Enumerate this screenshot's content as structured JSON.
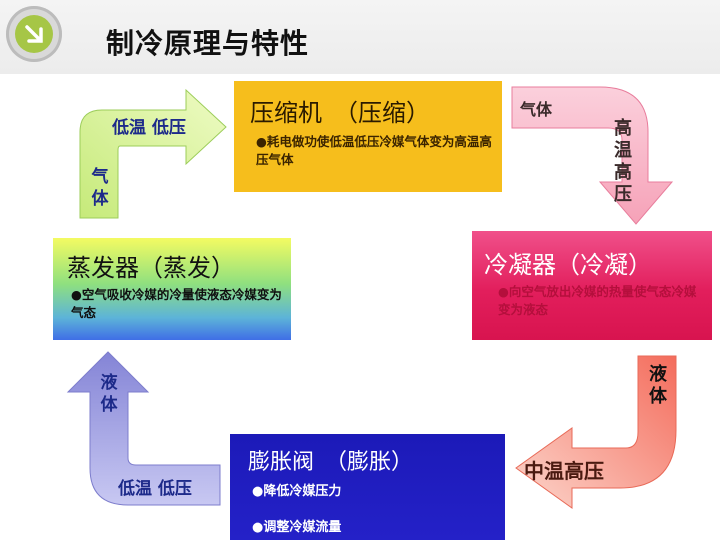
{
  "title": "制冷原理与特性",
  "compressor": {
    "title": "压缩机　（压缩）",
    "desc": "●耗电做功使低温低压冷媒气体变为高温高压气体"
  },
  "condenser": {
    "title": "冷凝器（冷凝）",
    "desc": "●向空气放出冷媒的热量使气态冷媒变为液态"
  },
  "evaporator": {
    "title": "蒸发器（蒸发）",
    "desc": "●空气吸收冷媒的冷量使液态冷媒变为气态"
  },
  "valve": {
    "title": "膨胀阀　（膨胀）",
    "item1": "●降低冷媒压力",
    "item2": "●调整冷媒流量"
  },
  "arrows": {
    "top_left_state": "低温 低压",
    "top_left_phase": "气体",
    "top_right_phase": "气体",
    "top_right_state": "高温高压",
    "bottom_right_phase": "液体",
    "bottom_right_state": "中温高压",
    "bottom_left_phase": "液体",
    "bottom_left_state": "低温 低压"
  },
  "colors": {
    "compressor": "#f6be1c",
    "condenser": "#e21e5c",
    "evaporator_top": "#f4fb62",
    "evaporator_bottom": "#3f6ee6",
    "valve": "#2421c8",
    "arrow_green": "#d9f59a",
    "arrow_pink": "#f8b4c4",
    "arrow_salmon": "#f58a78",
    "arrow_lavender": "#a9a9e6"
  }
}
